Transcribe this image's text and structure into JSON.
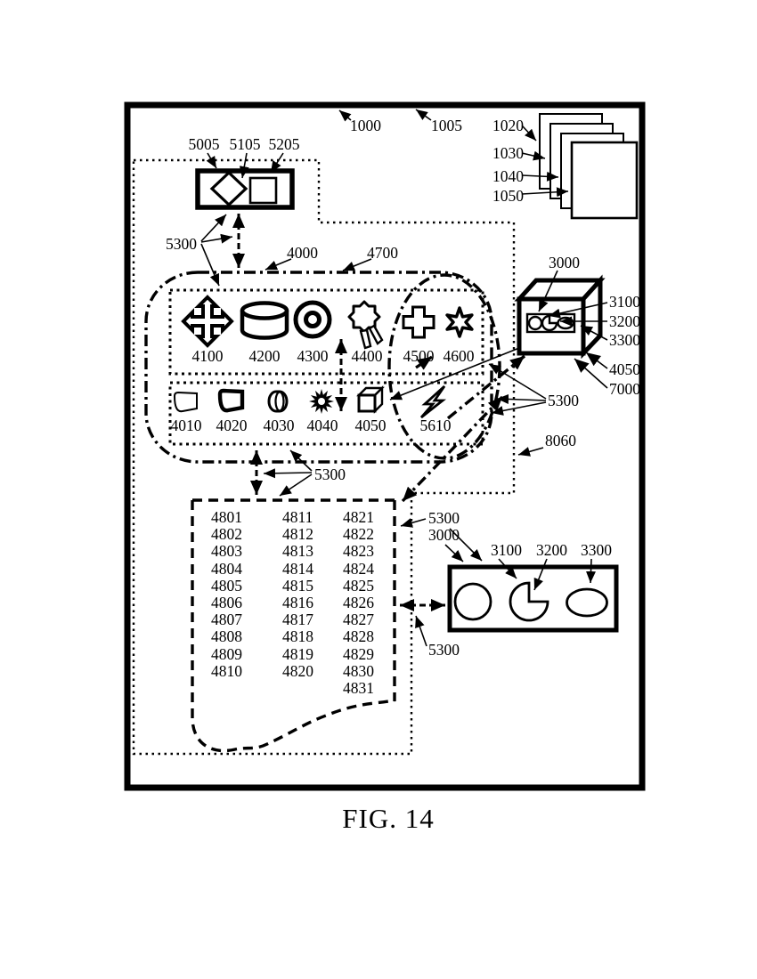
{
  "figure": {
    "caption": "FIG. 14"
  },
  "refs": {
    "r1000": "1000",
    "r1005": "1005",
    "r1020": "1020",
    "r1030": "1030",
    "r1040": "1040",
    "r1050": "1050",
    "r5005": "5005",
    "r5105": "5105",
    "r5205": "5205",
    "r5300": "5300",
    "r4000": "4000",
    "r4700": "4700",
    "r3000": "3000",
    "r3100": "3100",
    "r3200": "3200",
    "r3300": "3300",
    "r4050": "4050",
    "r7000": "7000",
    "r8060": "8060",
    "r4100": "4100",
    "r4200": "4200",
    "r4300": "4300",
    "r4400": "4400",
    "r4500": "4500",
    "r4600": "4600",
    "r4010": "4010",
    "r4020": "4020",
    "r4030": "4030",
    "r4040": "4040",
    "r5610": "5610"
  },
  "list": {
    "columns": [
      [
        "4801",
        "4802",
        "4803",
        "4804",
        "4805",
        "4806",
        "4807",
        "4808",
        "4809",
        "4810"
      ],
      [
        "4811",
        "4812",
        "4813",
        "4814",
        "4815",
        "4816",
        "4817",
        "4818",
        "4819",
        "4820"
      ],
      [
        "4821",
        "4822",
        "4823",
        "4824",
        "4825",
        "4826",
        "4827",
        "4828",
        "4829",
        "4830",
        "4831"
      ]
    ]
  },
  "icons": {
    "i4100": "move-arrows-icon",
    "i4200": "cylinder-database-icon",
    "i4300": "target-rings-icon",
    "i4400": "rosette-badge-icon",
    "i4500": "plus-cross-icon",
    "i4600": "six-point-star-icon",
    "i4010": "flat-sheet-icon",
    "i4020": "bold-sheet-icon",
    "i4030": "horizontal-cylinder-icon",
    "i4040": "sunburst-gear-icon",
    "i4050": "cube-3d-icon",
    "i5610": "lightning-bolt-icon",
    "i3100": "circle-icon",
    "i3200": "pacman-circle-icon",
    "i3300": "ellipse-icon",
    "pages": "document-stack-icon"
  },
  "colors": {
    "ink": "#000000",
    "paper": "#ffffff"
  }
}
